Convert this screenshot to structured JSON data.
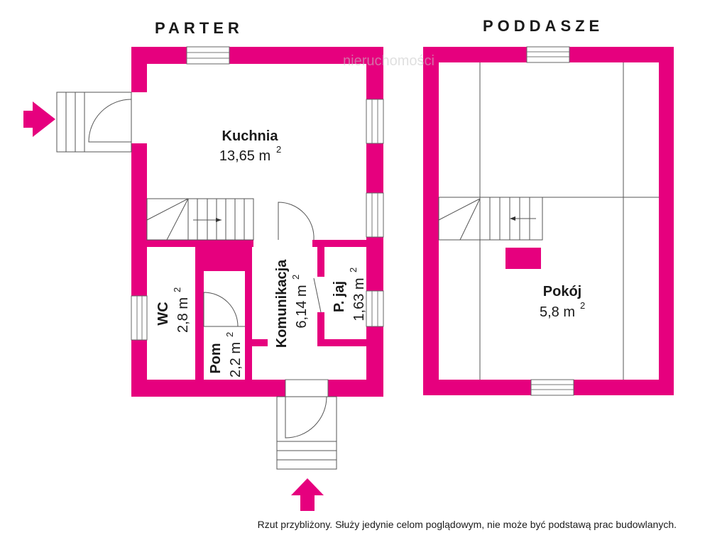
{
  "floors": {
    "ground": "PARTER",
    "attic": "PODDASZE"
  },
  "rooms": {
    "kitchen": {
      "name": "Kuchnia",
      "area": "13,65 m",
      "sup": "2"
    },
    "wc": {
      "name": "WC",
      "area": "2,8 m",
      "sup": "2"
    },
    "pom": {
      "name": "Pom",
      "area": "2,2 m",
      "sup": "2"
    },
    "hall": {
      "name": "Komunikacja",
      "area": "6,14 m",
      "sup": "2"
    },
    "pantry": {
      "name": "P. jaj",
      "area": "1,63 m",
      "sup": "2"
    },
    "room": {
      "name": "Pokój",
      "area": "5,8 m",
      "sup": "2"
    }
  },
  "watermark": "nieruchomości",
  "disclaimer": "Rzut przybliżony. Służy jedynie celom poglądowym, nie może być podstawą prac budowlanych.",
  "colors": {
    "wall": "#e6007e",
    "ink": "#1a1a1a"
  }
}
